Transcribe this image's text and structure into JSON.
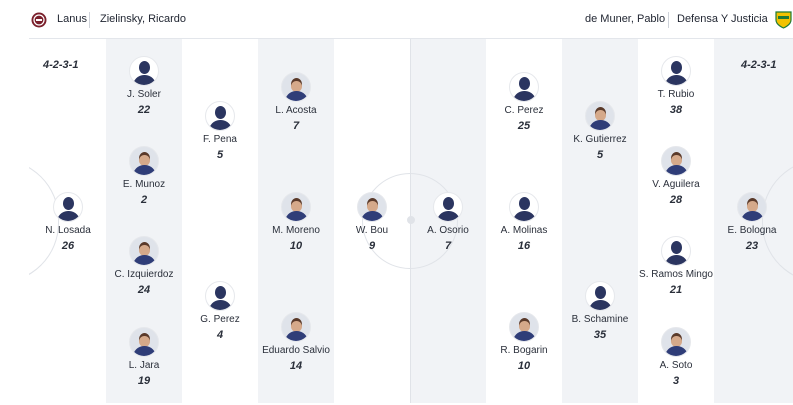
{
  "header": {
    "home_team": "Lanus",
    "home_coach": "Zielinsky, Ricardo",
    "away_coach": "de Muner, Pablo",
    "away_team": "Defensa Y Justicia",
    "home_crest_color": "#7a1f2b",
    "away_crest_color": "#f2c200"
  },
  "home": {
    "formation": "4-2-3-1",
    "players": [
      {
        "name": "N. Losada",
        "number": "26",
        "photo": false
      },
      {
        "name": "J. Soler",
        "number": "22",
        "photo": false
      },
      {
        "name": "E. Munoz",
        "number": "2",
        "photo": true
      },
      {
        "name": "C. Izquierdoz",
        "number": "24",
        "photo": true
      },
      {
        "name": "L. Jara",
        "number": "19",
        "photo": true
      },
      {
        "name": "F. Pena",
        "number": "5",
        "photo": false
      },
      {
        "name": "G. Perez",
        "number": "4",
        "photo": false
      },
      {
        "name": "L. Acosta",
        "number": "7",
        "photo": true
      },
      {
        "name": "M. Moreno",
        "number": "10",
        "photo": true
      },
      {
        "name": "Eduardo Salvio",
        "number": "14",
        "photo": true
      },
      {
        "name": "W. Bou",
        "number": "9",
        "photo": true
      }
    ]
  },
  "away": {
    "formation": "4-2-3-1",
    "players": [
      {
        "name": "A. Osorio",
        "number": "7",
        "photo": false
      },
      {
        "name": "C. Perez",
        "number": "25",
        "photo": false
      },
      {
        "name": "A. Molinas",
        "number": "16",
        "photo": false
      },
      {
        "name": "R. Bogarin",
        "number": "10",
        "photo": true
      },
      {
        "name": "K. Gutierrez",
        "number": "5",
        "photo": true
      },
      {
        "name": "B. Schamine",
        "number": "35",
        "photo": false
      },
      {
        "name": "T. Rubio",
        "number": "38",
        "photo": false
      },
      {
        "name": "V. Aguilera",
        "number": "28",
        "photo": true
      },
      {
        "name": "S. Ramos Mingo",
        "number": "21",
        "photo": false
      },
      {
        "name": "A. Soto",
        "number": "3",
        "photo": true
      },
      {
        "name": "E. Bologna",
        "number": "23",
        "photo": true
      }
    ]
  }
}
